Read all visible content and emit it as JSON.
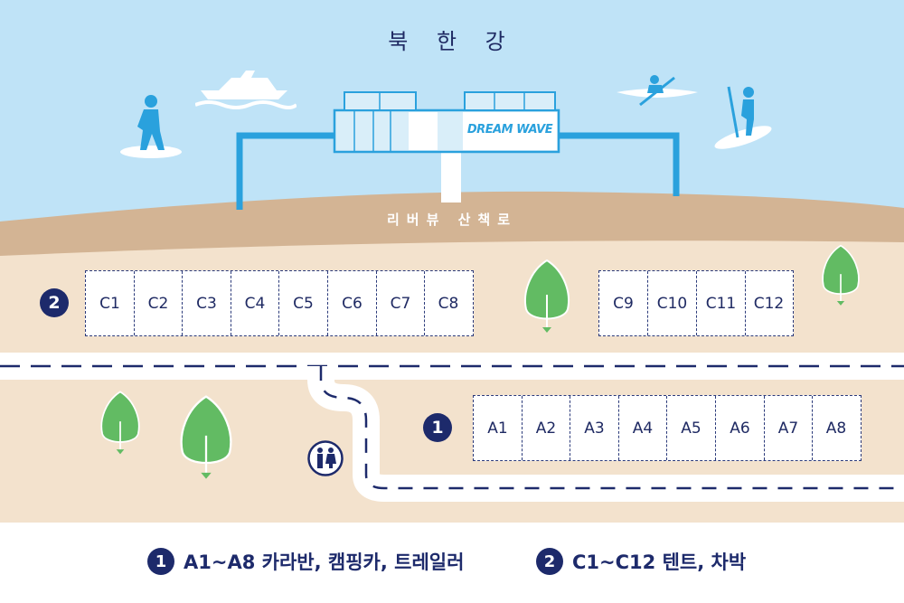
{
  "map": {
    "river_label": "북 한 강",
    "walkway_label": "리버뷰  산책로",
    "building_sign": "DREAM WAVE",
    "zones": {
      "zone2": {
        "marker": "2",
        "group_a": [
          "C1",
          "C2",
          "C3",
          "C4",
          "C5",
          "C6",
          "C7",
          "C8"
        ],
        "group_b": [
          "C9",
          "C10",
          "C11",
          "C12"
        ]
      },
      "zone1": {
        "marker": "1",
        "lots": [
          "A1",
          "A2",
          "A3",
          "A4",
          "A5",
          "A6",
          "A7",
          "A8"
        ]
      }
    },
    "icons": [
      "surfer-icon",
      "yacht-icon",
      "kayak-icon",
      "paddleboard-icon",
      "tree-icon",
      "restroom-icon"
    ],
    "colors": {
      "sky": "#bfe3f7",
      "riverbank": "#d3b494",
      "ground": "#f3e2cd",
      "road": "#ffffff",
      "building_frame": "#2aa1dd",
      "navy": "#1d2a6b",
      "tree": "#62bb63"
    }
  },
  "legend": {
    "item1": {
      "marker": "1",
      "text": "A1~A8 카라반, 캠핑카, 트레일러"
    },
    "item2": {
      "marker": "2",
      "text": "C1~C12 텐트, 차박"
    }
  }
}
